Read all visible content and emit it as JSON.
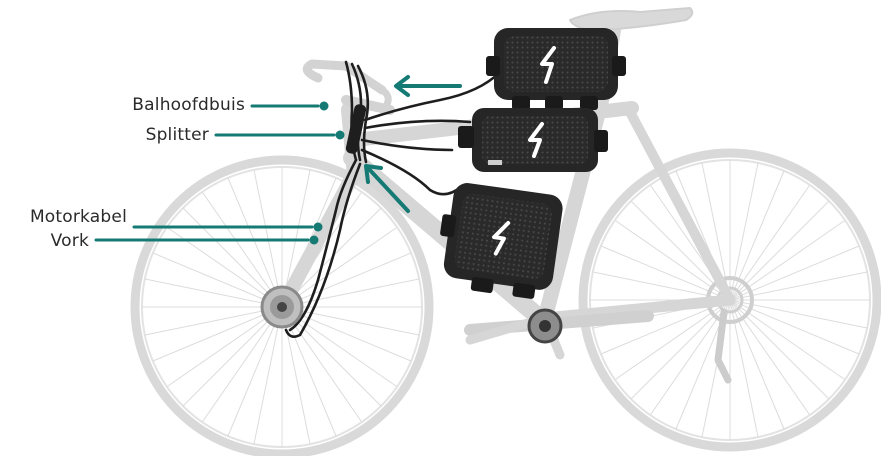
{
  "labels": {
    "balhoofdbuis": "Balhoofdbuis",
    "splitter": "Splitter",
    "motorkabel": "Motorkabel",
    "vork": "Vork"
  },
  "colors": {
    "accent": "#167a74",
    "frame": "#d9d9d9",
    "battery": "#2b2b2b",
    "cable": "#1e1e1e"
  },
  "icons": [
    "bicycle-illustration",
    "battery-pack-icon",
    "lightning-logo-icon",
    "arrow-icon",
    "leader-dot-icon"
  ]
}
